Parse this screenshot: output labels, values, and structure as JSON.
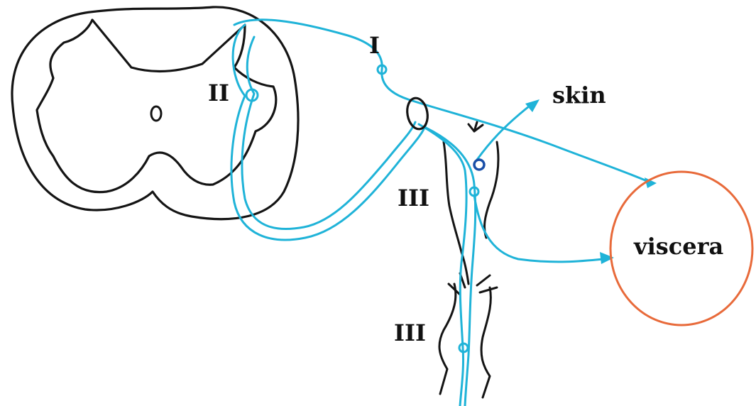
{
  "diagram": {
    "labels": {
      "neuron_1": "I",
      "neuron_2": "II",
      "ganglion_upper": "III",
      "ganglion_lower": "III",
      "skin": "skin",
      "viscera": "viscera"
    },
    "colors": {
      "outline": "#141414",
      "nerve": "#1fb3d8",
      "ganglion_cell": "#1a4fa8",
      "viscera": "#e86a3a",
      "background": "#ffffff"
    }
  }
}
